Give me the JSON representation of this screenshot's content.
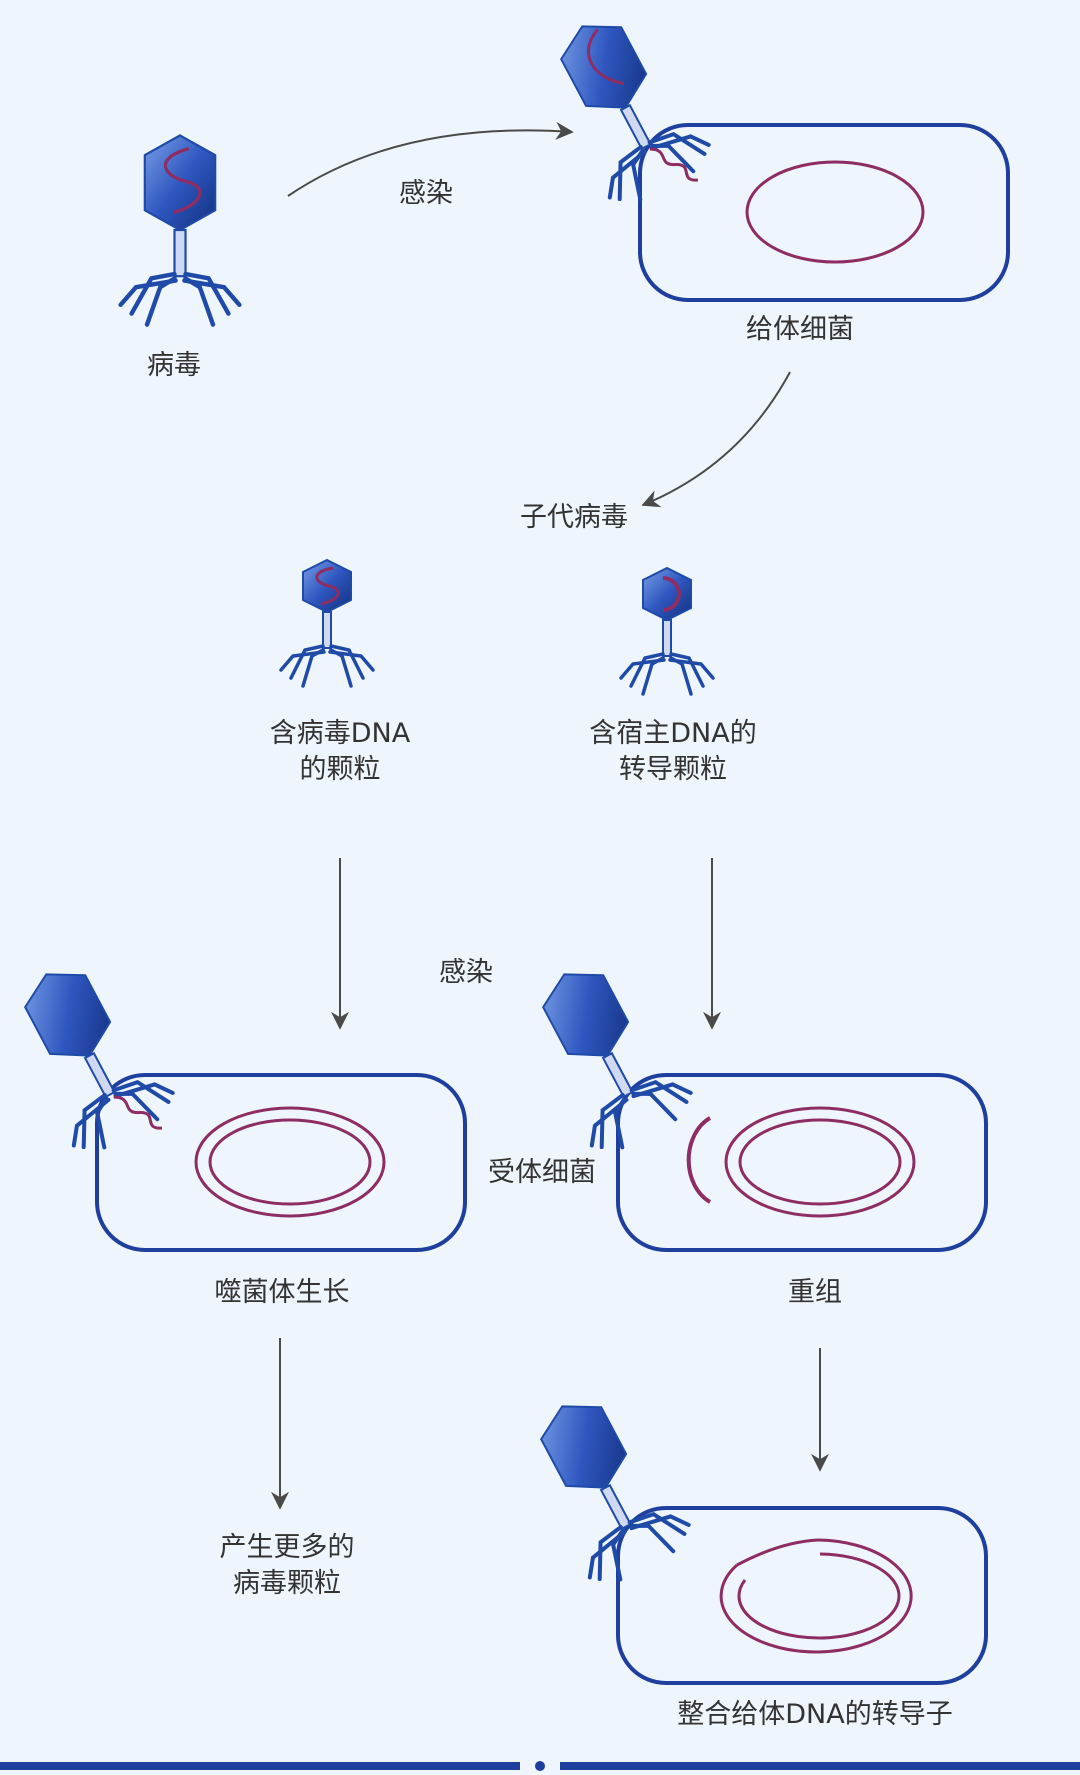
{
  "labels": {
    "virus": "病毒",
    "infect_top": "感染",
    "donor": "给体细菌",
    "progeny": "子代病毒",
    "viral_particle": [
      "含病毒DNA",
      "的颗粒"
    ],
    "host_particle": [
      "含宿主DNA的",
      "转导颗粒"
    ],
    "infect_mid": "感染",
    "recipient": "受体细菌",
    "phage_growth": "噬菌体生长",
    "recombination": "重组",
    "more_particles": [
      "产生更多的",
      "病毒颗粒"
    ],
    "transductant": "整合给体DNA的转导子"
  },
  "colors": {
    "background": "#eef5fc",
    "cell_outline": "#1f3f9e",
    "dna": "#8e2d63",
    "phage": "#1f4aa8",
    "arrow": "#4a4a4a",
    "text": "#333333"
  }
}
